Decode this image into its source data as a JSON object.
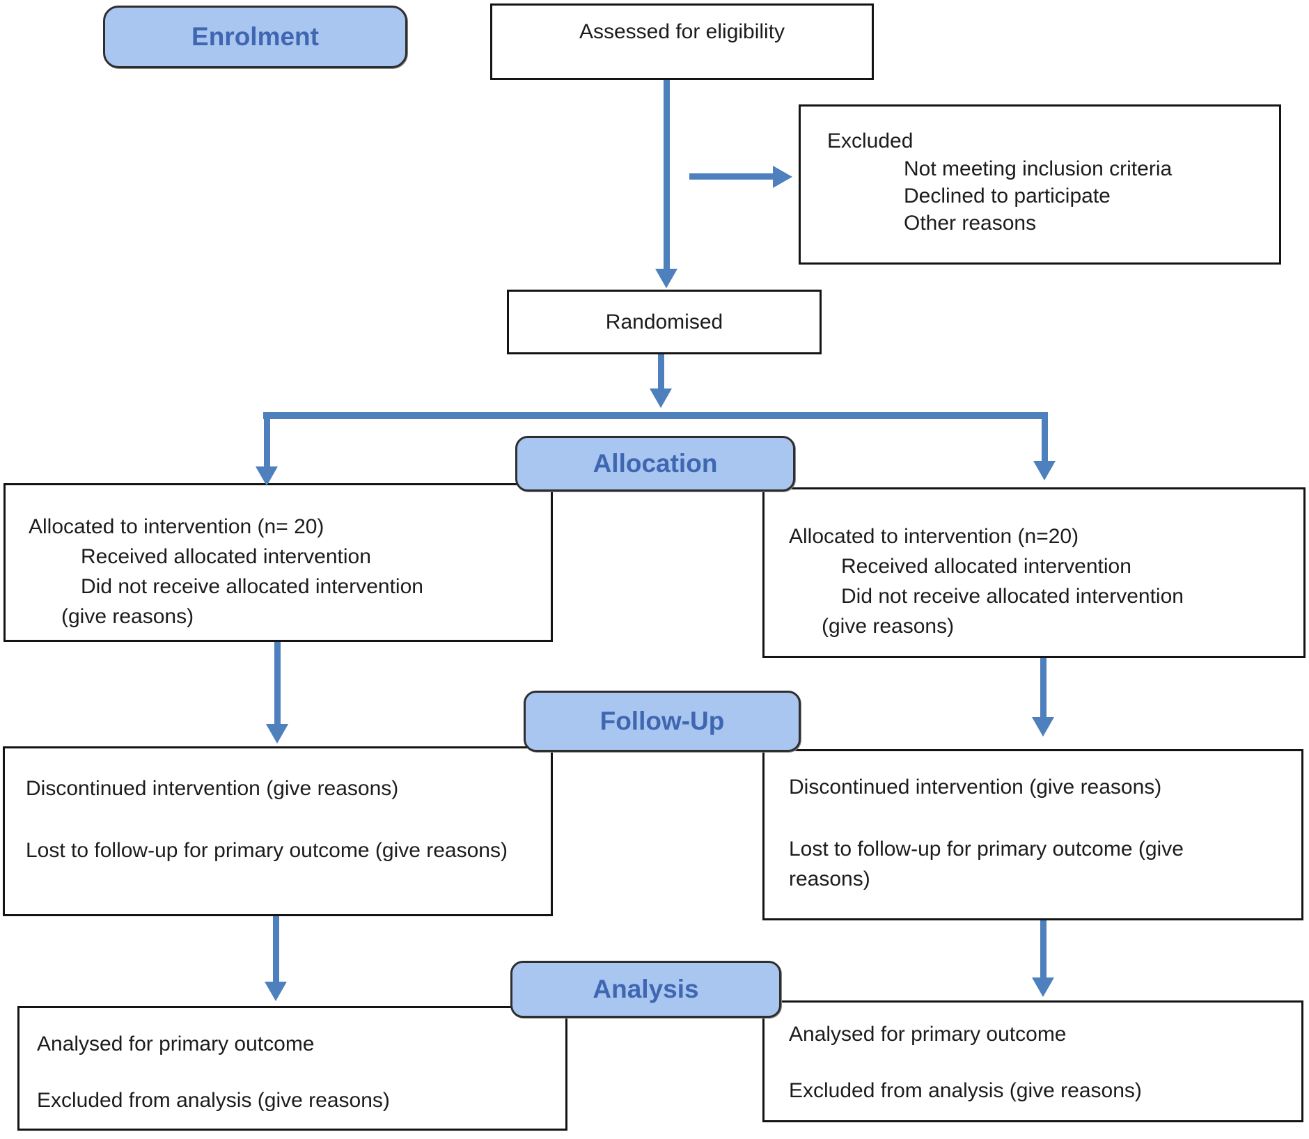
{
  "figure": {
    "type": "consort-flow-diagram",
    "stage_labels": {
      "enrolment": "Enrolment",
      "allocation": "Allocation",
      "followup": "Follow-Up",
      "analysis": "Analysis"
    }
  },
  "colors": {
    "pill_fill": "#a9c6f0",
    "pill_text": "#3f66b0",
    "arrow": "#4e80bd",
    "box_border": "#141414",
    "box_text": "#1c1c1c"
  },
  "boxes": {
    "assessed": {
      "text": "Assessed for eligibility"
    },
    "excluded": {
      "title": "Excluded",
      "items": [
        "Not meeting inclusion criteria",
        "Declined to participate",
        "Other reasons"
      ]
    },
    "randomised": {
      "text": "Randomised"
    },
    "alloc_left": {
      "line1": "Allocated to intervention (n= 20)",
      "line2": "Received allocated intervention",
      "line3": "Did not receive allocated intervention",
      "line4": "(give reasons)"
    },
    "alloc_right": {
      "line1": "Allocated to intervention (n=20)",
      "line2": "Received allocated intervention",
      "line3": "Did not receive allocated intervention",
      "line4": "(give reasons)"
    },
    "followup_left": {
      "line1": "Discontinued intervention (give reasons)",
      "line2": "Lost to follow-up for primary outcome (give reasons)"
    },
    "followup_right": {
      "line1": "Discontinued intervention (give reasons)",
      "line2": "Lost to follow-up for primary outcome (give reasons)"
    },
    "analysis_left": {
      "line1": "Analysed for primary outcome",
      "line2": "Excluded from analysis (give reasons)"
    },
    "analysis_right": {
      "line1": "Analysed for primary outcome",
      "line2": "Excluded from analysis (give reasons)"
    }
  }
}
